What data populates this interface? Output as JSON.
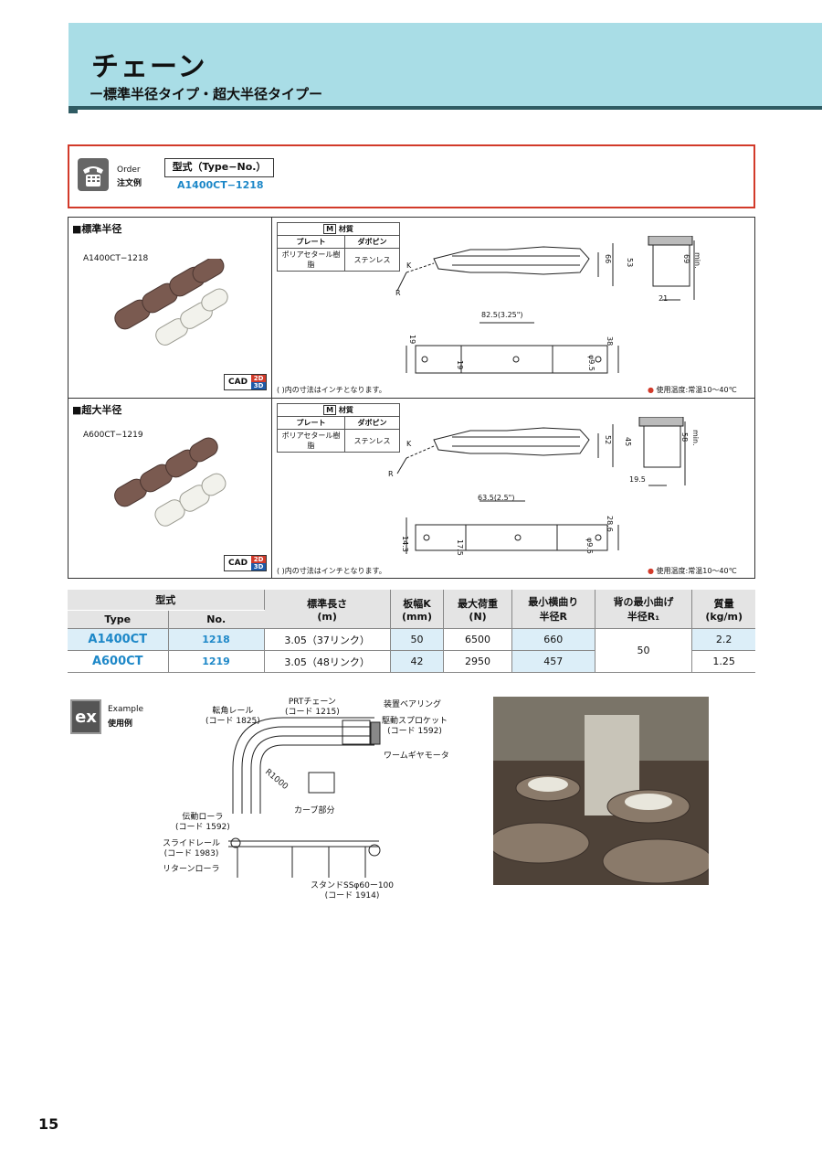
{
  "header": {
    "title": "チェーン",
    "subtitle": "ー標準半径タイプ・超大半径タイプー"
  },
  "order": {
    "en": "Order",
    "jp": "注文例",
    "type_label": "型式（Type−No.）",
    "type_value": "A1400CT−1218"
  },
  "standard": {
    "title": "■標準半径",
    "model": "A1400CT−1218",
    "material_header": "材質",
    "material_mark": "M",
    "material_cols": [
      "プレート",
      "ダボピン"
    ],
    "material_vals": [
      "ポリアセタール樹脂",
      "ステンレス"
    ],
    "note": "( )内の寸法はインチとなります。",
    "temp": "使用温度:常温10〜40℃",
    "dims": {
      "k": "K",
      "h1": "66",
      "h2": "53",
      "h3": "69",
      "min": "min.",
      "w": "21",
      "pitch": "82.5(3.25\")",
      "a": "19",
      "b": "38",
      "c": "19",
      "d": "φ9.5",
      "r": "R"
    }
  },
  "large": {
    "title": "■超大半径",
    "model": "A600CT−1219",
    "material_header": "材質",
    "material_mark": "M",
    "material_cols": [
      "プレート",
      "ダボピン"
    ],
    "material_vals": [
      "ポリアセタール樹脂",
      "ステンレス"
    ],
    "note": "( )内の寸法はインチとなります。",
    "temp": "使用温度:常温10〜40℃",
    "dims": {
      "k": "K",
      "h1": "52",
      "h2": "45",
      "h3": "58",
      "min": "min.",
      "w": "19.5",
      "pitch": "63.5(2.5\")",
      "a": "14.3",
      "b": "28.6",
      "c": "17.5",
      "d": "φ9.5",
      "r": "R"
    }
  },
  "cad": {
    "label": "CAD",
    "d2": "2D",
    "d3": "3D"
  },
  "table": {
    "h_model": "型式",
    "h_type": "Type",
    "h_no": "No.",
    "h_len": "標準長さ\n(m)",
    "h_width": "板幅K\n(mm)",
    "h_load": "最大荷重\n(N)",
    "h_radius": "最小横曲り\n半径R",
    "h_back": "背の最小曲げ\n半径R₁",
    "h_mass": "質量\n(kg/m)",
    "rows": [
      {
        "type": "A1400CT",
        "no": "1218",
        "len": "3.05（37リンク）",
        "width": "50",
        "load": "6500",
        "radius": "660",
        "mass": "2.2"
      },
      {
        "type": "A600CT",
        "no": "1219",
        "len": "3.05（48リンク）",
        "width": "42",
        "load": "2950",
        "radius": "457",
        "mass": "1.25"
      }
    ],
    "back": "50"
  },
  "example": {
    "en": "Example",
    "jp": "使用例",
    "labels": [
      "転角レール\n(コード 1825)",
      "PRTチェーン\n(コード 1215)",
      "装置ベアリング",
      "駆動スプロケット\n(コード 1592)",
      "ワームギヤモータ",
      "R1000",
      "カーブ部分",
      "伝動ローラ\n(コード 1592)",
      "スライドレール\n(コード 1983)",
      "リターンローラ",
      "スタンドSSφ60ー100\n(コード 1914)"
    ]
  },
  "page_number": "15",
  "colors": {
    "header_bg": "#a9dde6",
    "accent_blue": "#1e88c8",
    "order_border": "#d23a2a"
  }
}
